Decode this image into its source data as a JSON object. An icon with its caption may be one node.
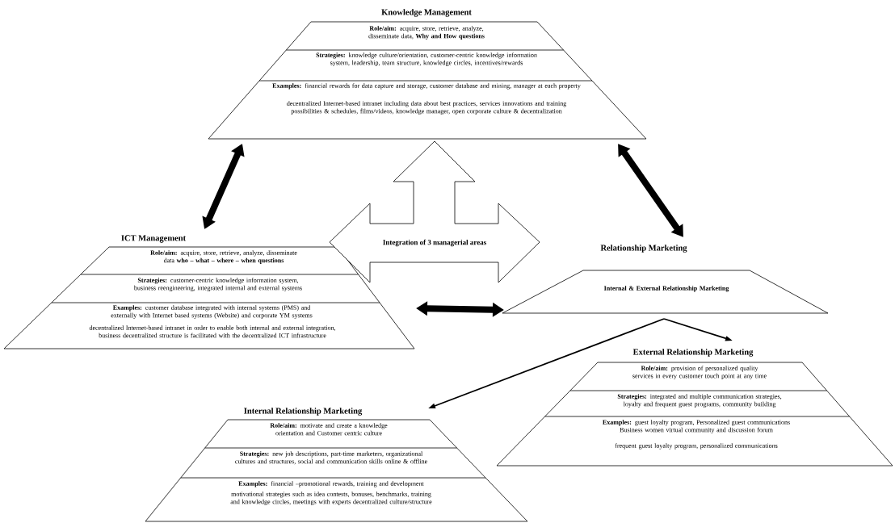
{
  "diagram": {
    "nodes": [
      {
        "text": [
          "Knowledge Management",
          "**Role/aim:** acquire, store, retrieve, analyze, disseminate data, **Why and How questions**",
          "**Strategies:** knowledge culture/orientation, customer-centric knowledge information system, leadership, team structure, knowledge circles, incentives/rewards",
          "**Examples:** financial rewards for data capture and storage, customer database and mining, manager at each property",
          "decentralized Internet-based intranet including data about best practices, services innovations and training possibilities & schedules, films/videos, knowledge manager, open corporate culture & decentralization"
        ]
      },
      {
        "text": [
          "ICT Management",
          "**Role/aim:** acquire, store, retrieve, analyze, disseminate data **who – what – where – when questions**",
          "**Strategies:** customer-centric knowledge information system, business reengineering, integrated internal and external systems",
          "**Examples:** customer database integrated with internal systems (PMS) and externally with Internet based systems (Website) and corporate YM systems",
          "decentralized Internet-based intranet in order to enable both internal and external integration, business decentralized structure is facilitated with the decentralized ICT infrastructure"
        ]
      },
      {
        "text": [
          "Integration of 3 managerial areas"
        ]
      },
      {
        "text": [
          "Relationship Marketing",
          "Internal & External Relationship Marketing"
        ]
      },
      {
        "text": [
          "Internal Relationship Marketing",
          "**Role/aim:** motivate and create a knowledge orientation and Customer centric culture",
          "**Strategies:** new job descriptions, part-time marketers, organizational cultures and structures, social and communication skills online & offline",
          "**Examples:** financial –promotional rewards, training and development",
          "motivational strategies such as idea contests, bonuses, benchmarks, training and knowledge circles, meetings with experts decentralized culture/structure"
        ]
      },
      {
        "text": [
          "External Relationship Marketing",
          "**Role/aim:** provision of personalized quality services in every customer touch point at any time",
          "**Strategies:** integrated and multiple communication strategies, loyalty and frequent guest programs, community building",
          "**Examples:** guest loyalty program, Personalized guest communications Business women virtual community and discussion forum",
          "frequent guest loyalty program, personalized communications"
        ]
      }
    ],
    "edges": [
      {
        "from": 0,
        "to": 1,
        "arrow": "both"
      },
      {
        "from": 0,
        "to": 3,
        "arrow": "both"
      },
      {
        "from": 1,
        "to": 3,
        "arrow": "both"
      },
      {
        "from": 3,
        "to": 4,
        "arrow": "to"
      },
      {
        "from": 3,
        "to": 5,
        "arrow": "to"
      }
    ]
  }
}
